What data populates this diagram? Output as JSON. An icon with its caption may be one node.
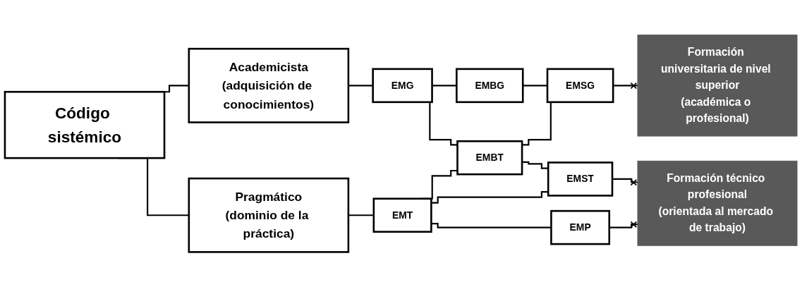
{
  "diagram": {
    "nodes": [
      {
        "text": [
          "Código sistémico"
        ]
      },
      {
        "text": [
          "Academicista",
          "(adquisición de conocimientos)"
        ]
      },
      {
        "text": [
          "Pragmático",
          "(dominio de la práctica)"
        ]
      },
      {
        "text": [
          "EMG"
        ]
      },
      {
        "text": [
          "EMT"
        ]
      },
      {
        "text": [
          "EMBG"
        ]
      },
      {
        "text": [
          "EMBT"
        ]
      },
      {
        "text": [
          "EMSG"
        ]
      },
      {
        "text": [
          "EMST"
        ]
      },
      {
        "text": [
          "EMP"
        ]
      },
      {
        "text": [
          "Formación universitaria de nivel superior",
          "(académica o profesional)"
        ]
      },
      {
        "text": [
          "Formación técnico profesional",
          "(orientada al mercado de trabajo)"
        ]
      }
    ],
    "edges": [
      {
        "from": 0,
        "to": 1,
        "arrow": "none"
      },
      {
        "from": 0,
        "to": 2,
        "arrow": "none"
      },
      {
        "from": 1,
        "to": 3,
        "arrow": "none"
      },
      {
        "from": 2,
        "to": 4,
        "arrow": "none"
      },
      {
        "from": 3,
        "to": 5,
        "arrow": "none"
      },
      {
        "from": 3,
        "to": 6,
        "arrow": "none"
      },
      {
        "from": 4,
        "to": 6,
        "arrow": "none"
      },
      {
        "from": 4,
        "to": 8,
        "arrow": "none"
      },
      {
        "from": 4,
        "to": 9,
        "arrow": "none"
      },
      {
        "from": 5,
        "to": 7,
        "arrow": "none"
      },
      {
        "from": 6,
        "to": 7,
        "arrow": "none"
      },
      {
        "from": 6,
        "to": 8,
        "arrow": "none"
      },
      {
        "from": 7,
        "to": 10,
        "arrow": "other"
      },
      {
        "from": 8,
        "to": 11,
        "arrow": "other"
      },
      {
        "from": 9,
        "to": 11,
        "arrow": "other"
      }
    ]
  }
}
